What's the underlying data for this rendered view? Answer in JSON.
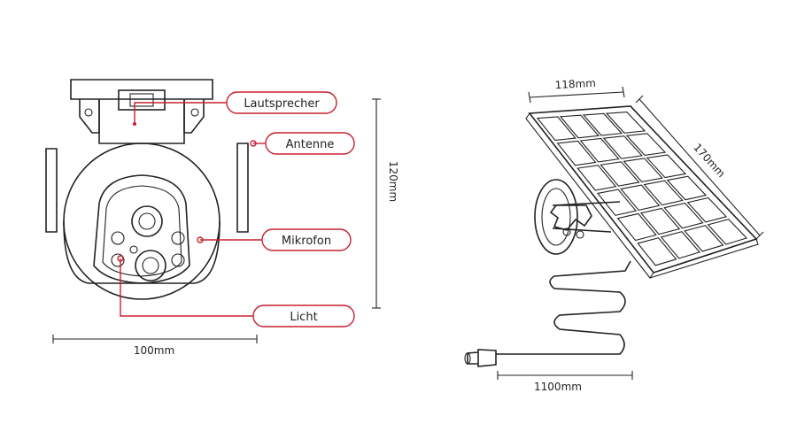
{
  "camera": {
    "callouts": {
      "speaker": "Lautsprecher",
      "antenna": "Antenne",
      "microphone": "Mikrofon",
      "light": "Licht"
    },
    "width": "100mm",
    "height": "120mm"
  },
  "solar_panel": {
    "width": "118mm",
    "length": "170mm",
    "cable_length": "1100mm"
  },
  "colors": {
    "accent": "#c8202f",
    "line": "#222222"
  }
}
